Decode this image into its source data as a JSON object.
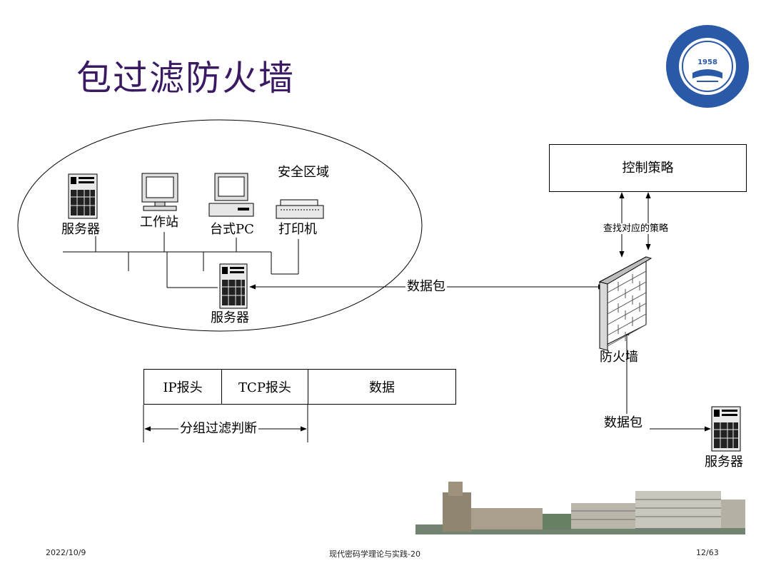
{
  "title": "包过滤防火墙",
  "logo": {
    "year": "1958",
    "colors": {
      "ring": "#2a59a8",
      "inner": "#ffffff"
    }
  },
  "diagram": {
    "safe_zone_label": "安全区域",
    "devices": {
      "server_left": "服务器",
      "workstation": "工作站",
      "desktop_pc": "台式PC",
      "printer": "打印机",
      "server_gateway": "服务器",
      "server_external": "服务器"
    },
    "policy_box": "控制策略",
    "policy_lookup": "查找对应的策略",
    "packet_horizontal": "数据包",
    "packet_vertical": "数据包",
    "firewall": "防火墙"
  },
  "packet_format": {
    "fields": [
      "IP报头",
      "TCP报头",
      "数据"
    ],
    "filter_label": "分组过滤判断"
  },
  "footer": {
    "date": "2022/10/9",
    "course": "现代密码学理论与实践-20",
    "page": "12/63"
  }
}
